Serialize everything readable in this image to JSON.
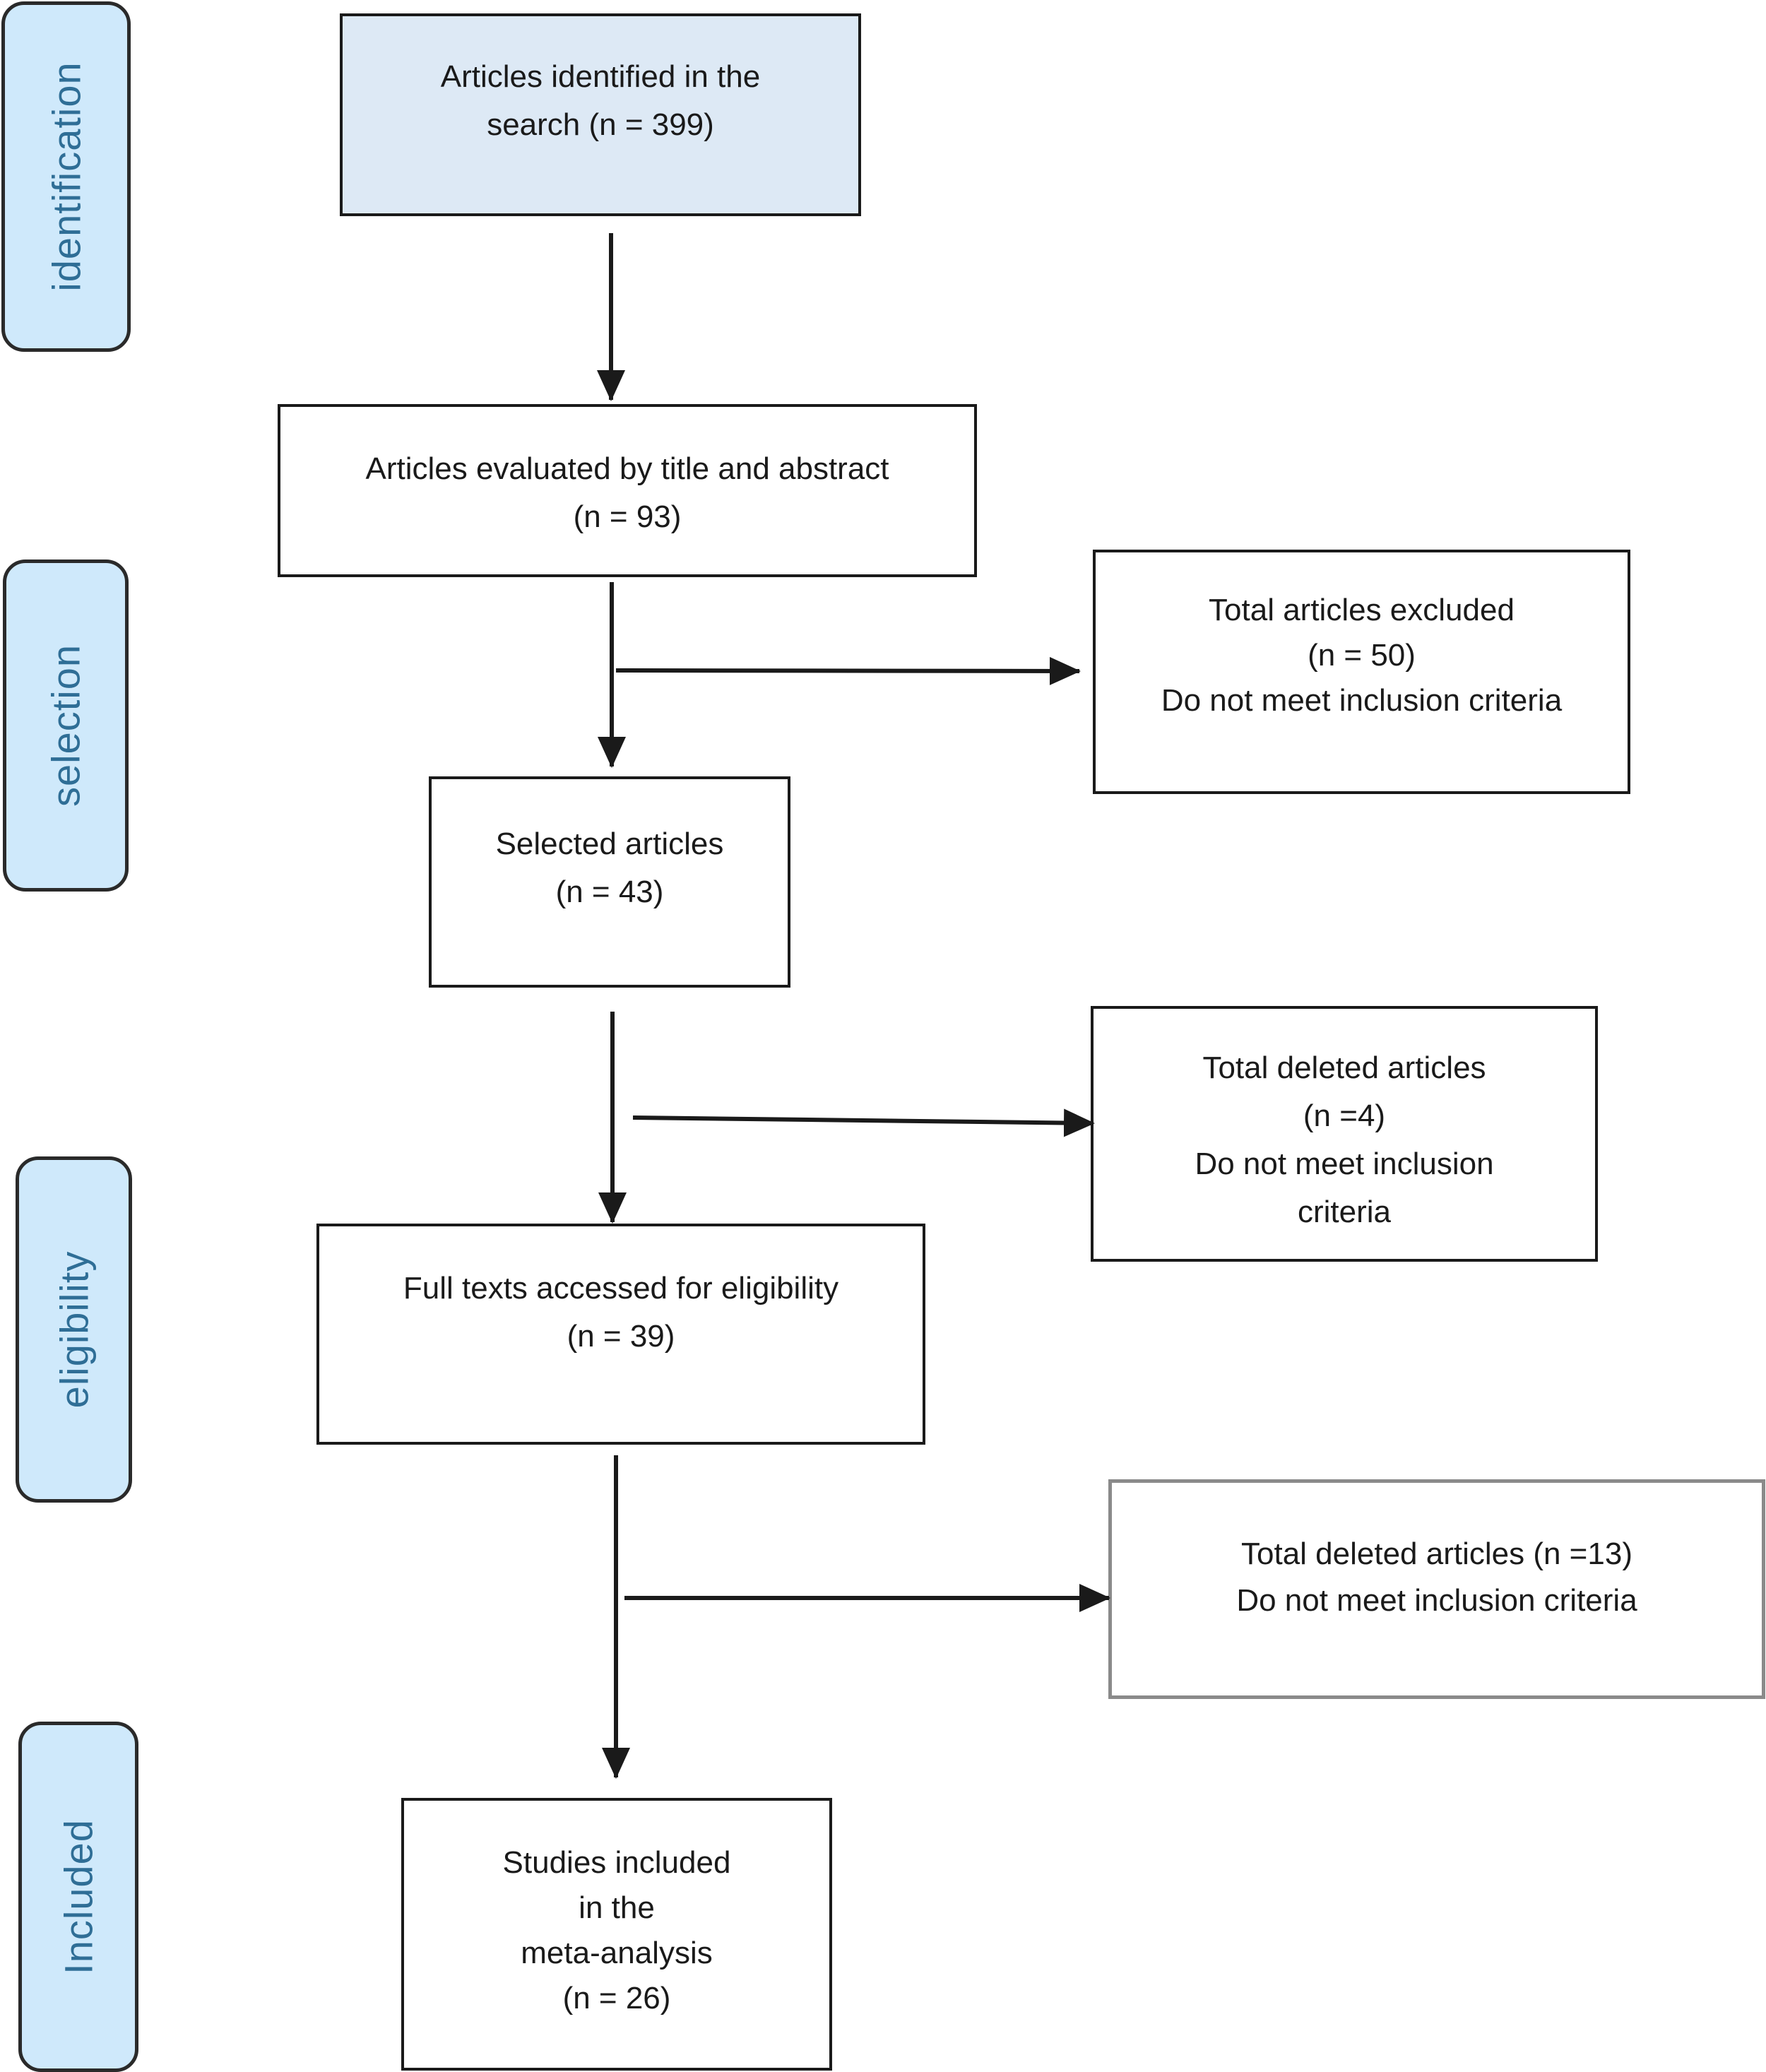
{
  "phases": {
    "identification": "identification",
    "selection": "selection",
    "eligibility": "eligibility",
    "included": "Included"
  },
  "boxes": {
    "identified": {
      "line1": "Articles identified in the",
      "line2": "search (n = 399)"
    },
    "evaluated": {
      "line1": "Articles evaluated by title and abstract",
      "line2": "(n = 93)"
    },
    "excluded_1": {
      "line1": "Total articles excluded",
      "line2": "(n = 50)",
      "line3": "Do not meet inclusion criteria"
    },
    "selected": {
      "line1": "Selected articles",
      "line2": "(n = 43)"
    },
    "deleted_1": {
      "line1": "Total deleted articles",
      "line2": "(n =4)",
      "line3": "Do not meet inclusion",
      "line4": "criteria"
    },
    "full_texts": {
      "line1": "Full texts accessed for eligibility",
      "line2": "(n = 39)"
    },
    "deleted_2": {
      "line1": "Total deleted articles (n =13)",
      "line2": "Do not meet inclusion criteria"
    },
    "included": {
      "line1": "Studies included",
      "line2": "in the",
      "line3": "meta-analysis",
      "line4": "(n = 26)"
    }
  }
}
